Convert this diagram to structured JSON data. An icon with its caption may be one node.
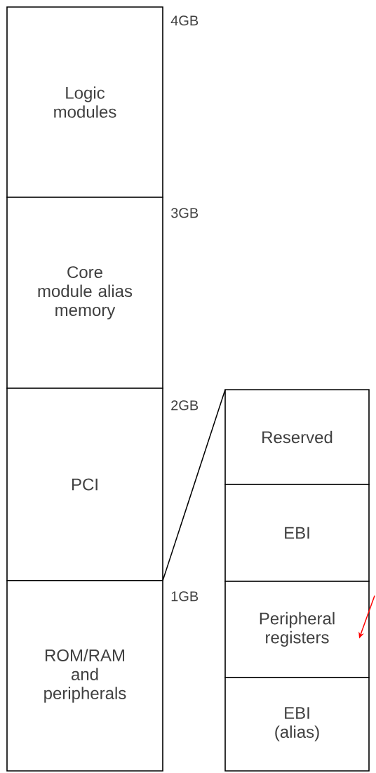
{
  "diagram": {
    "nodes": [
      {
        "text": [
          "Logic modules"
        ]
      },
      {
        "text": [
          "Core module alias memory"
        ]
      },
      {
        "text": [
          "PCI"
        ]
      },
      {
        "text": [
          "ROM/RAM and peripherals"
        ]
      },
      {
        "text": [
          "Reserved"
        ]
      },
      {
        "text": [
          "EBI"
        ]
      },
      {
        "text": [
          "Peripheral registers"
        ]
      },
      {
        "text": [
          "EBI (alias)"
        ]
      }
    ],
    "edges": [
      {
        "from": 2,
        "to": 4,
        "arrow": "none"
      },
      {
        "from": null,
        "to": 6,
        "arrow": "to",
        "color": "#ff0000"
      }
    ],
    "labels": [
      "4GB",
      "3GB",
      "2GB",
      "1GB"
    ]
  }
}
